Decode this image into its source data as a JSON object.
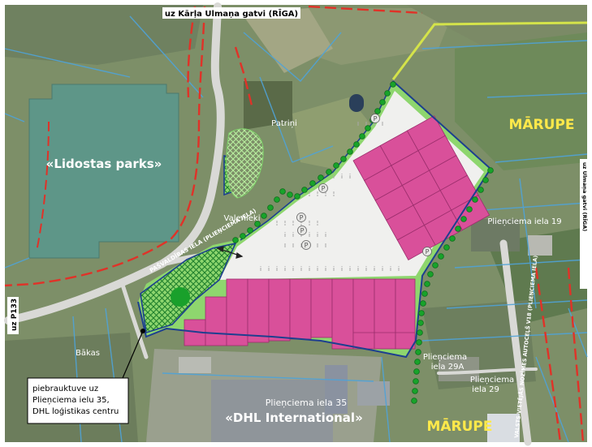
{
  "colors": {
    "frame": "#ffffff",
    "aerial_base": "#7d8f68",
    "aerial_dark": "#55654a",
    "field_light": "#9aa37c",
    "forest": "#4b5b3a",
    "parcel_lines": "#4fa3d8",
    "green_zone": "#8ed66e",
    "plaza": "#f0f0ee",
    "warehouse": "#d9509a",
    "warehouse_outline": "#9b2e6c",
    "lidostas_block": "#5e9688",
    "red_boundary": "#e03228",
    "yellow_boundary": "#d4e34a",
    "navy_boundary": "#1d3f8f",
    "tree_green": "#18a32a",
    "hatch_green": "#2d9f3a",
    "road": "#d9d9d6",
    "label_white": "#ffffff",
    "label_yellow": "#ffe94a"
  },
  "labels": {
    "top_road": "uz Kārļa Ulmaņa gatvi (RĪGA)",
    "lidostas_parks": "«Lidostas parks»",
    "marupe_top": "MĀRUPE",
    "marupe_bottom": "MĀRUPE",
    "patrini": "Patriņi",
    "valenieki": "Valenieki",
    "pasvaldibas_iela": "PAŠVALDĪBAS IELA (PLIEŅCIEMA IELA)",
    "uz_p133": "uz P133",
    "bakas": "Bākas",
    "plienciema_19": "Plieņciema iela 19",
    "plienciema_29a_line1": "Plieņciema",
    "plienciema_29a_line2": "iela 29A",
    "plienciema_29_line1": "Plieņciema",
    "plienciema_29_line2": "iela 29",
    "plienciema_35": "Plieņciema iela 35",
    "dhl": "«DHL International»",
    "right_edge_road": "uz Ulmaņa gatvi (RĪGA)",
    "highway": "VALSTS VIETĒJĀS NOZĪMES AUTOCEĻŠ V18 (PLIEŅCIEMA IELA)",
    "parking_symbol": "P"
  },
  "callout": {
    "line1": "piebrauktuve uz",
    "line2": "Plieņciema ielu 35,",
    "line3": "DHL loģistikas centru"
  }
}
